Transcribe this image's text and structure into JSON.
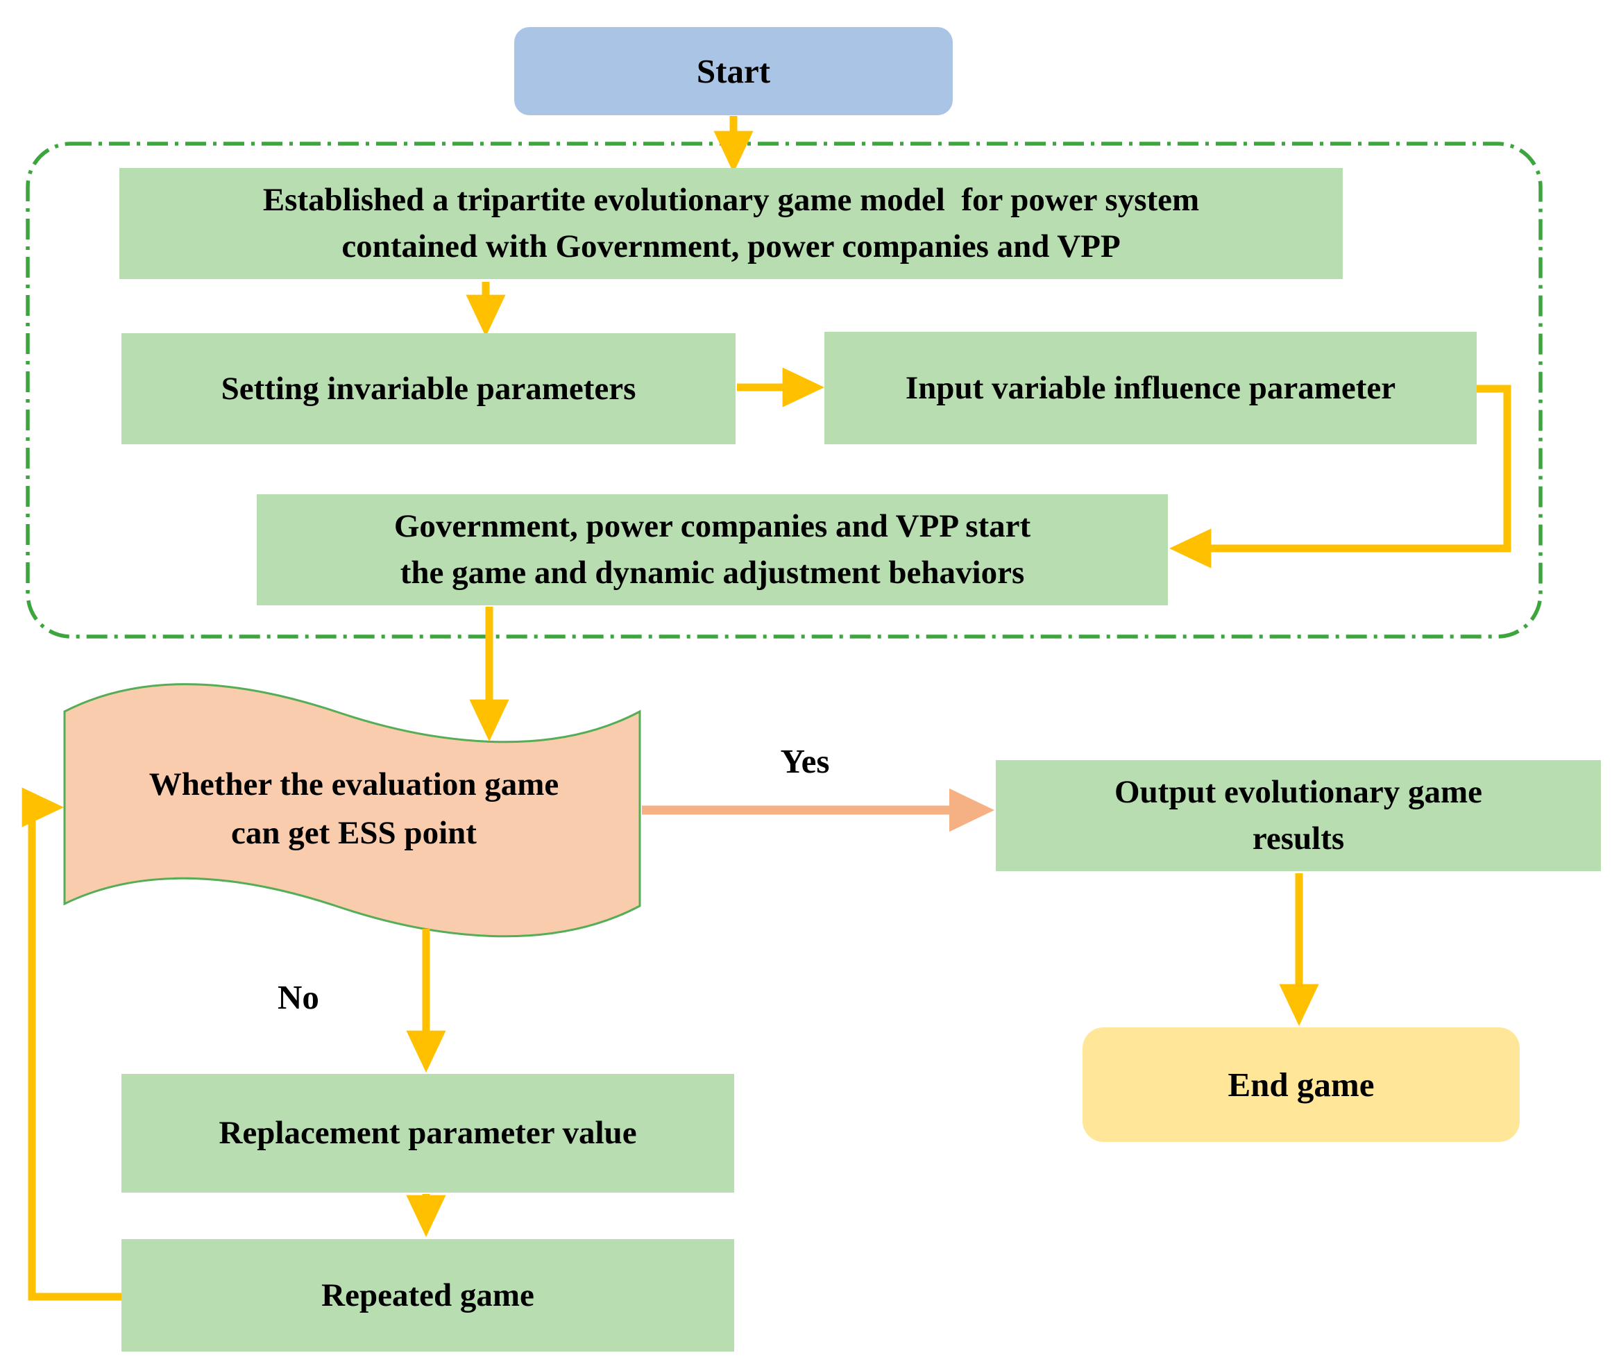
{
  "figure": {
    "type": "flowchart",
    "description": "Tripartite evolutionary game model flowchart"
  },
  "colors": {
    "process_fill": "#B7DDB1",
    "start_fill": "#A9C4E4",
    "end_fill": "#FFE699",
    "decision_fill": "#F9CCAE",
    "decision_stroke": "#55AD55",
    "arrow": "#FFC000",
    "yes_arrow": "#F5B183",
    "group_border": "#3DA53D",
    "text": "#000000"
  },
  "nodes": {
    "start": {
      "label": "Start"
    },
    "model": {
      "line1": "Established a tripartite evolutionary game model  for power system",
      "line2": "contained with Government, power companies and VPP"
    },
    "invariable": {
      "label": "Setting invariable parameters"
    },
    "variable": {
      "label": "Input variable influence parameter"
    },
    "game": {
      "line1": "Government, power companies and VPP start",
      "line2": "the game and dynamic adjustment behaviors"
    },
    "decision": {
      "line1": "Whether the evaluation game",
      "line2": "can get ESS point"
    },
    "output": {
      "line1": "Output evolutionary game",
      "line2": "results"
    },
    "end": {
      "label": "End game"
    },
    "replacement": {
      "label": "Replacement parameter value"
    },
    "repeated": {
      "label": "Repeated game"
    }
  },
  "edge_labels": {
    "yes": "Yes",
    "no": "No"
  }
}
